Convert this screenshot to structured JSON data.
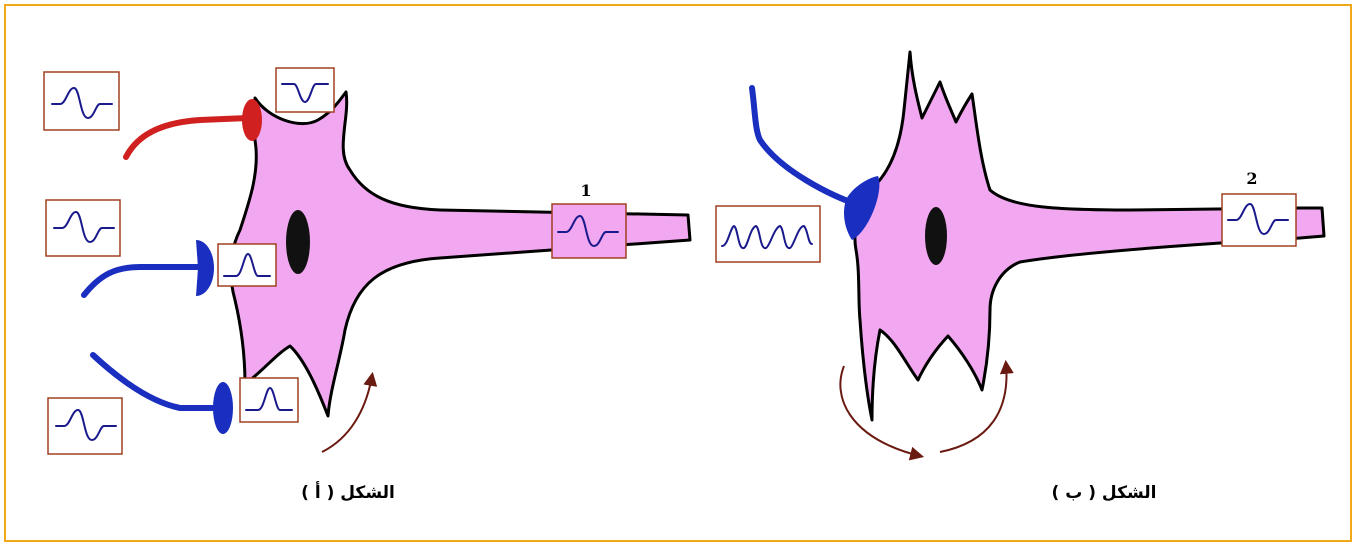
{
  "figure_a": {
    "caption": "الشكل ( أ )",
    "axon_label": "1",
    "colors": {
      "excitatory": "#1a2fc0",
      "inhibitory": "#d02020",
      "cell": "#f2a8f0",
      "frame": "#f0a818"
    }
  },
  "figure_b": {
    "caption": "الشكل ( ب )",
    "axon_label": "2"
  }
}
